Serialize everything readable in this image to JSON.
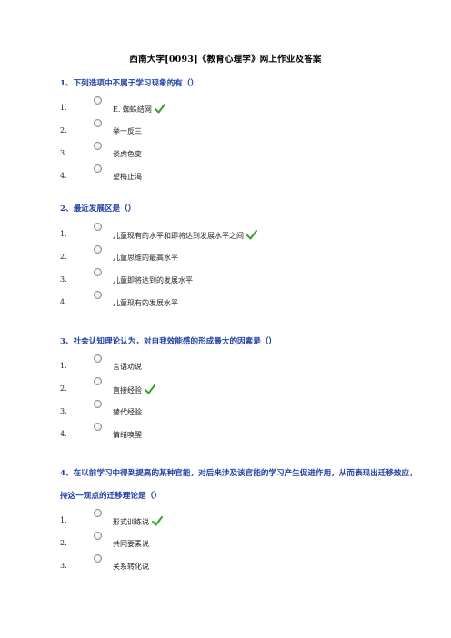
{
  "doc_title": "西南大学[0093]《教育心理学》网上作业及答案",
  "questions": [
    {
      "label": "1、下列选项中不属于学习现象的有（）",
      "options": [
        {
          "num": "1.",
          "text": "E. 蜘蛛结网",
          "correct": true
        },
        {
          "num": "2.",
          "text": "举一反三",
          "correct": false
        },
        {
          "num": "3.",
          "text": "谈虎色变",
          "correct": false
        },
        {
          "num": "4.",
          "text": "望梅止渴",
          "correct": false
        }
      ]
    },
    {
      "label": "2、最近发展区是（）",
      "options": [
        {
          "num": "1.",
          "text": "儿童现有的水平和即将达到发展水平之间",
          "correct": true
        },
        {
          "num": "2.",
          "text": "儿童思维的最高水平",
          "correct": false
        },
        {
          "num": "3.",
          "text": "儿童即将达到的发展水平",
          "correct": false
        },
        {
          "num": "4.",
          "text": "儿童现有的发展水平",
          "correct": false
        }
      ]
    },
    {
      "label": "3、社会认知理论认为，对自我效能感的形成最大的因素是（）",
      "options": [
        {
          "num": "1.",
          "text": "言语劝说",
          "correct": false
        },
        {
          "num": "2.",
          "text": "直接经验",
          "correct": true
        },
        {
          "num": "3.",
          "text": "替代经验",
          "correct": false
        },
        {
          "num": "4.",
          "text": "情绪唤醒",
          "correct": false
        }
      ]
    },
    {
      "label_line1": "4、在以前学习中得到提高的某种官能，对后来涉及该官能的学习产生促进作用，从而表现出迁移效应，",
      "label_line2": "持这一观点的迁移理论是（）",
      "options": [
        {
          "num": "1.",
          "text": "形式训练说",
          "correct": true
        },
        {
          "num": "2.",
          "text": "共同要素说",
          "correct": false
        },
        {
          "num": "3.",
          "text": "关系转化说",
          "correct": false
        }
      ]
    }
  ],
  "colors": {
    "question": "#1f3fa3",
    "check": "#3aa02c"
  }
}
